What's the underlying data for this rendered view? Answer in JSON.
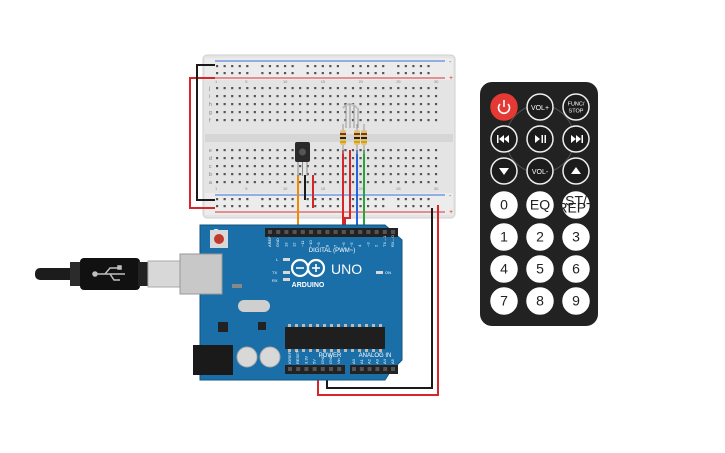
{
  "colors": {
    "board": "#1a6fa8",
    "breadboard": "#e6e6e6",
    "wire_red": "#d6262a",
    "wire_black": "#1a1a1a",
    "wire_orange": "#f08a00",
    "wire_green": "#2aa33a",
    "wire_blue": "#2a62d8",
    "remote_body": "#222222",
    "power_button": "#e53935"
  },
  "arduino": {
    "brand": "ARDUINO",
    "model": "UNO",
    "digital_header_label": "DIGITAL (PWM~)",
    "power_header_label": "POWER",
    "analog_header_label": "ANALOG IN",
    "on_label": "ON",
    "l_label": "L",
    "tx_label": "TX",
    "rx_label": "RX",
    "digital_pins": [
      "AREF",
      "GND",
      "13",
      "12",
      "~11",
      "~10",
      "~9",
      "8",
      "7",
      "~6",
      "~5",
      "4",
      "~3",
      "2",
      "TX→1",
      "RX←0"
    ],
    "power_pins": [
      "IOREF",
      "RESET",
      "3.3V",
      "5V",
      "GND",
      "GND",
      "Vin"
    ],
    "analog_pins": [
      "A0",
      "A1",
      "A2",
      "A3",
      "A4",
      "A5"
    ]
  },
  "breadboard": {
    "row_letters_top": [
      "j",
      "i",
      "h",
      "g",
      "f"
    ],
    "row_letters_bottom": [
      "e",
      "d",
      "c",
      "b",
      "a"
    ],
    "rail_plus": "+",
    "rail_minus": "-",
    "column_numbers": [
      "1",
      "5",
      "10",
      "15",
      "20",
      "25",
      "30"
    ]
  },
  "remote": {
    "buttons": [
      {
        "id": "power",
        "label": "power-icon",
        "icon": true
      },
      {
        "id": "vol_up",
        "label": "VOL+"
      },
      {
        "id": "func_stop",
        "label": "FUNC/STOP"
      },
      {
        "id": "prev",
        "label": "prev-icon",
        "icon": true
      },
      {
        "id": "play_pause",
        "label": "play-pause-icon",
        "icon": true
      },
      {
        "id": "next",
        "label": "next-icon",
        "icon": true
      },
      {
        "id": "down",
        "label": "down-icon",
        "icon": true
      },
      {
        "id": "vol_down",
        "label": "VOL-"
      },
      {
        "id": "up",
        "label": "up-icon",
        "icon": true
      },
      {
        "id": "zero",
        "label": "0"
      },
      {
        "id": "eq",
        "label": "EQ"
      },
      {
        "id": "st_rept",
        "label": "ST/REPT"
      },
      {
        "id": "one",
        "label": "1"
      },
      {
        "id": "two",
        "label": "2"
      },
      {
        "id": "three",
        "label": "3"
      },
      {
        "id": "four",
        "label": "4"
      },
      {
        "id": "five",
        "label": "5"
      },
      {
        "id": "six",
        "label": "6"
      },
      {
        "id": "seven",
        "label": "7"
      },
      {
        "id": "eight",
        "label": "8"
      },
      {
        "id": "nine",
        "label": "9"
      }
    ]
  }
}
